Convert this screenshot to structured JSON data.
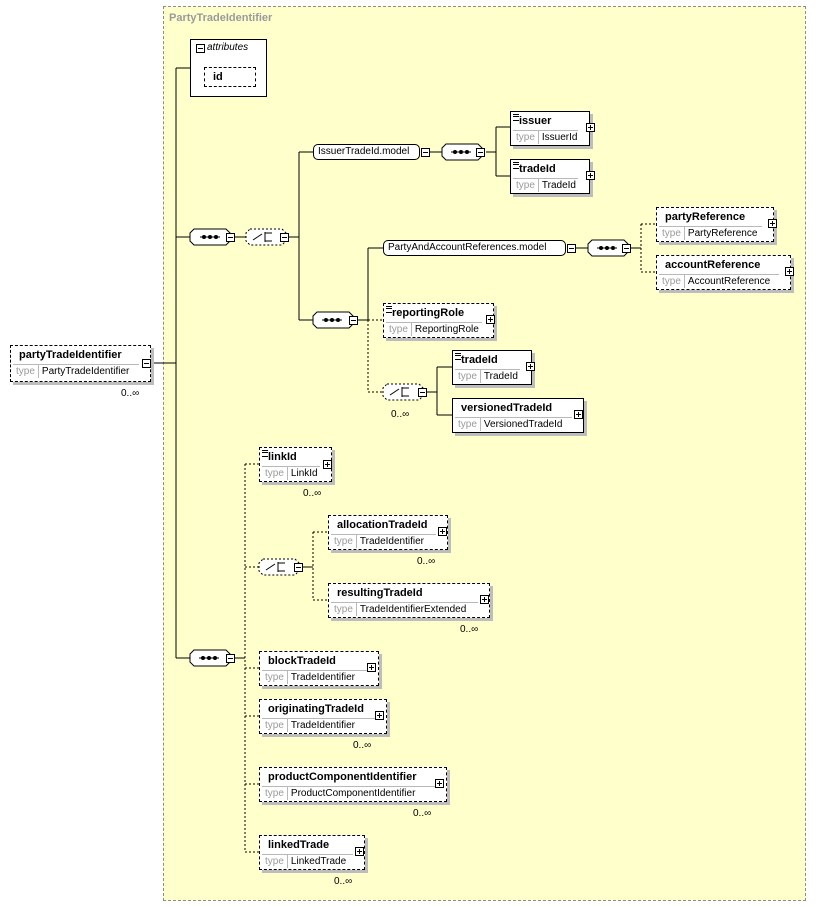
{
  "group_title": "PartyTradeIdentifier",
  "root": {
    "name": "partyTradeIdentifier",
    "type_key": "type",
    "type": "PartyTradeIdentifier",
    "card": "0..∞"
  },
  "attributes": {
    "label": "attributes",
    "items": [
      "id"
    ]
  },
  "models": {
    "issuer_model": "IssuerTradeId.model",
    "party_model": "PartyAndAccountReferences.model"
  },
  "elements": {
    "issuer": {
      "name": "issuer",
      "type_key": "type",
      "type": "IssuerId"
    },
    "tradeId_top": {
      "name": "tradeId",
      "type_key": "type",
      "type": "TradeId"
    },
    "partyReference": {
      "name": "partyReference",
      "type_key": "type",
      "type": "PartyReference"
    },
    "accountReference": {
      "name": "accountReference",
      "type_key": "type",
      "type": "AccountReference"
    },
    "reportingRole": {
      "name": "reportingRole",
      "type_key": "type",
      "type": "ReportingRole"
    },
    "tradeId_mid": {
      "name": "tradeId",
      "type_key": "type",
      "type": "TradeId"
    },
    "versionedTradeId": {
      "name": "versionedTradeId",
      "type_key": "type",
      "type": "VersionedTradeId"
    },
    "linkId": {
      "name": "linkId",
      "type_key": "type",
      "type": "LinkId",
      "card": "0..∞"
    },
    "allocationTradeId": {
      "name": "allocationTradeId",
      "type_key": "type",
      "type": "TradeIdentifier",
      "card": "0..∞"
    },
    "resultingTradeId": {
      "name": "resultingTradeId",
      "type_key": "type",
      "type": "TradeIdentifierExtended",
      "card": "0..∞"
    },
    "blockTradeId": {
      "name": "blockTradeId",
      "type_key": "type",
      "type": "TradeIdentifier"
    },
    "originatingTradeId": {
      "name": "originatingTradeId",
      "type_key": "type",
      "type": "TradeIdentifier",
      "card": "0..∞"
    },
    "productComponentIdentifier": {
      "name": "productComponentIdentifier",
      "type_key": "type",
      "type": "ProductComponentIdentifier",
      "card": "0..∞"
    },
    "linkedTrade": {
      "name": "linkedTrade",
      "type_key": "type",
      "type": "LinkedTrade",
      "card": "0..∞"
    }
  },
  "choice_cards": {
    "mid_choice": "0..∞"
  },
  "colors": {
    "group_bg": "#ffffcc",
    "shadow": "#bdbdbd",
    "type_label": "#9a9a9a"
  }
}
